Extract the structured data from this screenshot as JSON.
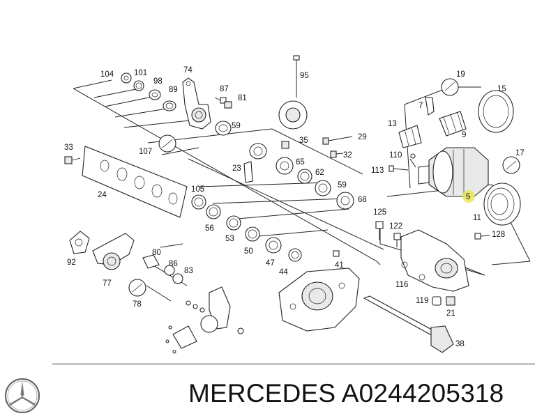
{
  "footer": {
    "brand_text": "MERCEDES",
    "part_number": "A0244205318",
    "brand_icon": "mercedes-star-icon"
  },
  "diagram": {
    "highlight_color": "#e8e85a",
    "labels": [
      {
        "id": "104",
        "text": "104"
      },
      {
        "id": "101",
        "text": "101"
      },
      {
        "id": "98",
        "text": "98"
      },
      {
        "id": "74",
        "text": "74"
      },
      {
        "id": "95",
        "text": "95"
      },
      {
        "id": "89",
        "text": "89"
      },
      {
        "id": "87",
        "text": "87"
      },
      {
        "id": "81",
        "text": "81"
      },
      {
        "id": "59a",
        "text": "59"
      },
      {
        "id": "19",
        "text": "19"
      },
      {
        "id": "15",
        "text": "15"
      },
      {
        "id": "7",
        "text": "7"
      },
      {
        "id": "13",
        "text": "13"
      },
      {
        "id": "9",
        "text": "9"
      },
      {
        "id": "33",
        "text": "33"
      },
      {
        "id": "107",
        "text": "107"
      },
      {
        "id": "35",
        "text": "35"
      },
      {
        "id": "29",
        "text": "29"
      },
      {
        "id": "32",
        "text": "32"
      },
      {
        "id": "110",
        "text": "110"
      },
      {
        "id": "17",
        "text": "17"
      },
      {
        "id": "24",
        "text": "24"
      },
      {
        "id": "23",
        "text": "23"
      },
      {
        "id": "65",
        "text": "65"
      },
      {
        "id": "62",
        "text": "62"
      },
      {
        "id": "113",
        "text": "113"
      },
      {
        "id": "105",
        "text": "105"
      },
      {
        "id": "59b",
        "text": "59"
      },
      {
        "id": "68",
        "text": "68"
      },
      {
        "id": "5",
        "text": "5"
      },
      {
        "id": "125",
        "text": "125"
      },
      {
        "id": "11",
        "text": "11"
      },
      {
        "id": "56",
        "text": "56"
      },
      {
        "id": "122",
        "text": "122"
      },
      {
        "id": "128",
        "text": "128"
      },
      {
        "id": "53",
        "text": "53"
      },
      {
        "id": "92",
        "text": "92"
      },
      {
        "id": "80",
        "text": "80"
      },
      {
        "id": "50",
        "text": "50"
      },
      {
        "id": "86",
        "text": "86"
      },
      {
        "id": "47",
        "text": "47"
      },
      {
        "id": "41",
        "text": "41"
      },
      {
        "id": "83",
        "text": "83"
      },
      {
        "id": "77",
        "text": "77"
      },
      {
        "id": "44",
        "text": "44"
      },
      {
        "id": "116",
        "text": "116"
      },
      {
        "id": "78",
        "text": "78"
      },
      {
        "id": "119",
        "text": "119"
      },
      {
        "id": "21",
        "text": "21"
      },
      {
        "id": "38",
        "text": "38"
      }
    ]
  }
}
